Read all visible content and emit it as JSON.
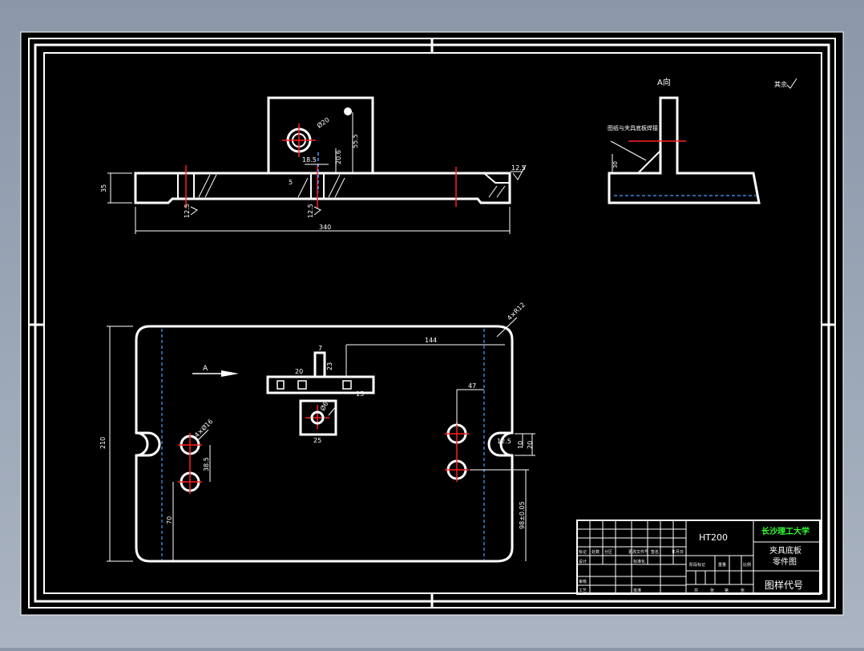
{
  "colors": {
    "background": "#8f9bad",
    "paper": "#000000",
    "line": "#ffffff",
    "center_line": "#ff2020",
    "hidden_line": "#4a9eff",
    "school_name": "#33ff33"
  },
  "front_view": {
    "overall_length": "340",
    "height": "35",
    "hole_diameter": "Ø20",
    "height_a": "55.5",
    "height_b": "20.6",
    "width_a": "18.5",
    "small_dim": "5",
    "roughness_top": "12.5",
    "roughness_1": "12.5",
    "roughness_2": "12.5"
  },
  "side_view": {
    "title": "A向",
    "note": "图纸与夹具底板焊接",
    "dim": "30",
    "general_roughness": "其余"
  },
  "top_view": {
    "direction_arrow": "A",
    "width": "210",
    "length": "144",
    "dim_47": "47",
    "dim_7": "7",
    "dim_20": "20",
    "dim_23": "23",
    "dim_15": "15",
    "dim_25": "25",
    "hole_4": "4×Ø16",
    "dim_38_5": "38.5",
    "dim_70": "70",
    "dim_98": "98±0.05",
    "corner": "4×R12",
    "roughness": "12.5",
    "slot_10": "10",
    "slot_20": "20",
    "dim_6": "Ø6"
  },
  "title_block": {
    "material": "HT200",
    "school": "长沙理工大学",
    "part_name_1": "夹具底板",
    "part_name_2": "零件图",
    "drawing_code": "图样代号",
    "row_labels": [
      "标记",
      "处数",
      "分区",
      "更改文件号",
      "签名",
      "年月日",
      "设计",
      "标准化",
      "审核",
      "工艺",
      "批准"
    ],
    "col_labels": [
      "阶段标记",
      "重量",
      "比例"
    ],
    "sheet_labels": [
      "共",
      "张",
      "第",
      "张"
    ]
  }
}
